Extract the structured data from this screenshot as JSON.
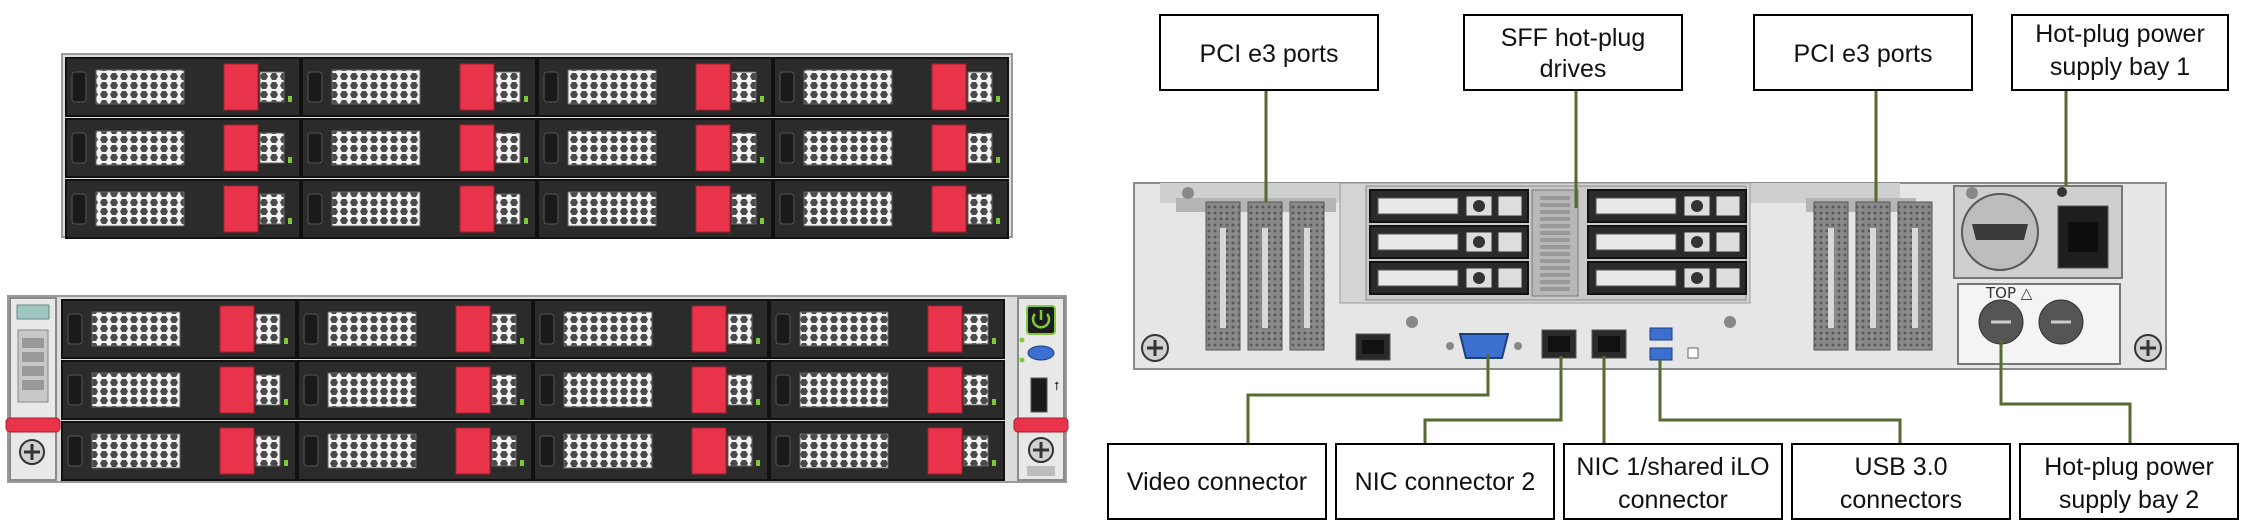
{
  "colors": {
    "leader_line": "#556b2f",
    "drive_latch": "#e8334a",
    "drive_body": "#2b2b2b",
    "chassis": "#e4e4e4",
    "power_led": "#7ec93a",
    "uid_button": "#3b6fd0"
  },
  "front_views": [
    {
      "name": "front-upper",
      "rows": 3,
      "columns": 4
    },
    {
      "name": "front-lower",
      "rows": 3,
      "columns": 4,
      "has_ears": true
    }
  ],
  "rear_view": {
    "labels": {
      "pcie_left": [
        "PCI e3 ports"
      ],
      "sff_drives": [
        "SFF hot-plug",
        "drives"
      ],
      "pcie_right": [
        "PCI e3 ports"
      ],
      "psu_bay_1": [
        "Hot-plug power",
        "supply bay 1"
      ],
      "video": [
        "Video connector"
      ],
      "nic2": [
        "NIC connector 2"
      ],
      "nic1": [
        "NIC 1/shared iLO",
        "connector"
      ],
      "usb": [
        "USB 3.0",
        "connectors"
      ],
      "psu_bay_2": [
        "Hot-plug power",
        "supply bay 2"
      ]
    },
    "psu_panel_text": "TOP △",
    "rear_drive_rows": 3,
    "rear_drive_columns": 2
  }
}
